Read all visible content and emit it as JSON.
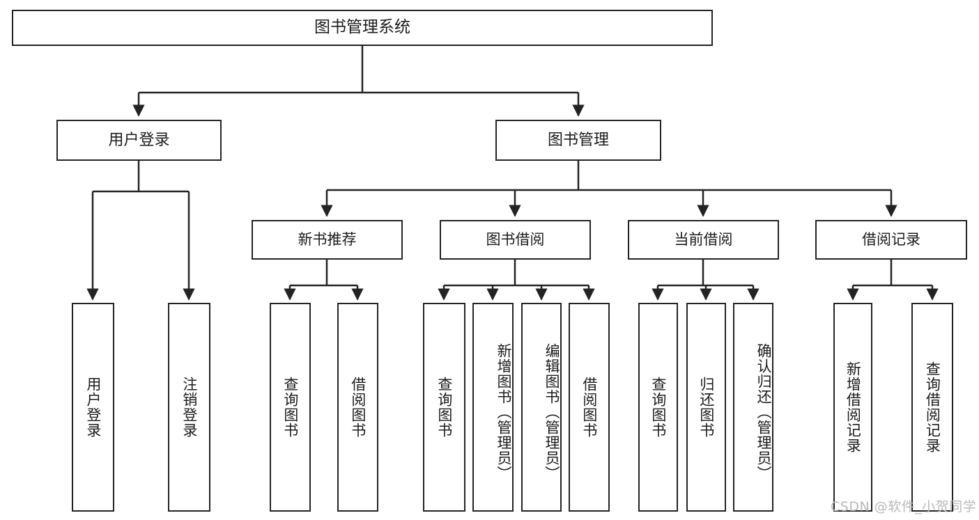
{
  "diagram": {
    "title": "图书管理系统",
    "type": "tree-hierarchy-diagram",
    "colors": {
      "stroke": "#232323",
      "fill": "#ffffff",
      "text": "#1b1b1b",
      "watermark": "#b9b9b9"
    },
    "root": {
      "label": "图书管理系统"
    },
    "level2": [
      {
        "label": "用户登录"
      },
      {
        "label": "图书管理"
      }
    ],
    "level3": [
      {
        "label": "新书推荐"
      },
      {
        "label": "图书借阅"
      },
      {
        "label": "当前借阅"
      },
      {
        "label": "借阅记录"
      }
    ],
    "leaves": {
      "user_login": [
        {
          "label": "用户登录"
        },
        {
          "label": "注销登录"
        }
      ],
      "new_book_recommend": [
        {
          "label": "查询图书"
        },
        {
          "label": "借阅图书"
        }
      ],
      "book_borrow": [
        {
          "label": "查询图书"
        },
        {
          "label": "新增图书（管理员）"
        },
        {
          "label": "编辑图书（管理员）"
        },
        {
          "label": "借阅图书"
        }
      ],
      "current_borrow": [
        {
          "label": "查询图书"
        },
        {
          "label": "归还图书"
        },
        {
          "label": "确认归还（管理员）"
        }
      ],
      "borrow_record": [
        {
          "label": "新增借阅记录"
        },
        {
          "label": "查询借阅记录"
        }
      ]
    }
  },
  "watermark": {
    "text": "CSDN @软件_小贺同学"
  }
}
